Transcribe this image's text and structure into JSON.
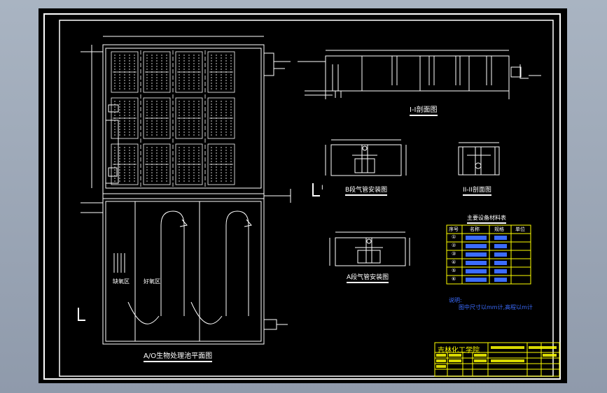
{
  "drawing": {
    "plan_title": "A/O生物处理池平面图",
    "section_1_title": "I-I剖面图",
    "section_2_title": "II-II剖面图",
    "b_pipe_title": "B段气管安装图",
    "a_pipe_title": "A段气管安装图",
    "zone_anoxic": "缺氧区",
    "zone_aerobic": "好氧区",
    "label_I": "I",
    "label_L1": "L",
    "label_L2": "L",
    "table_title": "主要设备材料表",
    "note_title": "说明:",
    "note_body": "图中尺寸以mm计,高程以m计",
    "school": "吉林化工学院"
  },
  "table": {
    "headers": [
      "序号",
      "名称",
      "规格",
      "单位"
    ],
    "rows": [
      [
        "①",
        "",
        "",
        ""
      ],
      [
        "②",
        "",
        "",
        ""
      ],
      [
        "③",
        "",
        "",
        ""
      ],
      [
        "④",
        "",
        "",
        ""
      ],
      [
        "⑤",
        "",
        "",
        ""
      ],
      [
        "⑥",
        "",
        "",
        ""
      ]
    ]
  },
  "colors": {
    "line": "#ffffff",
    "frame": "#ffffff",
    "table_grid": "#ffff00",
    "table_text": "#3b6cff",
    "note": "#3b6cff",
    "title_block": "#ffff00"
  }
}
